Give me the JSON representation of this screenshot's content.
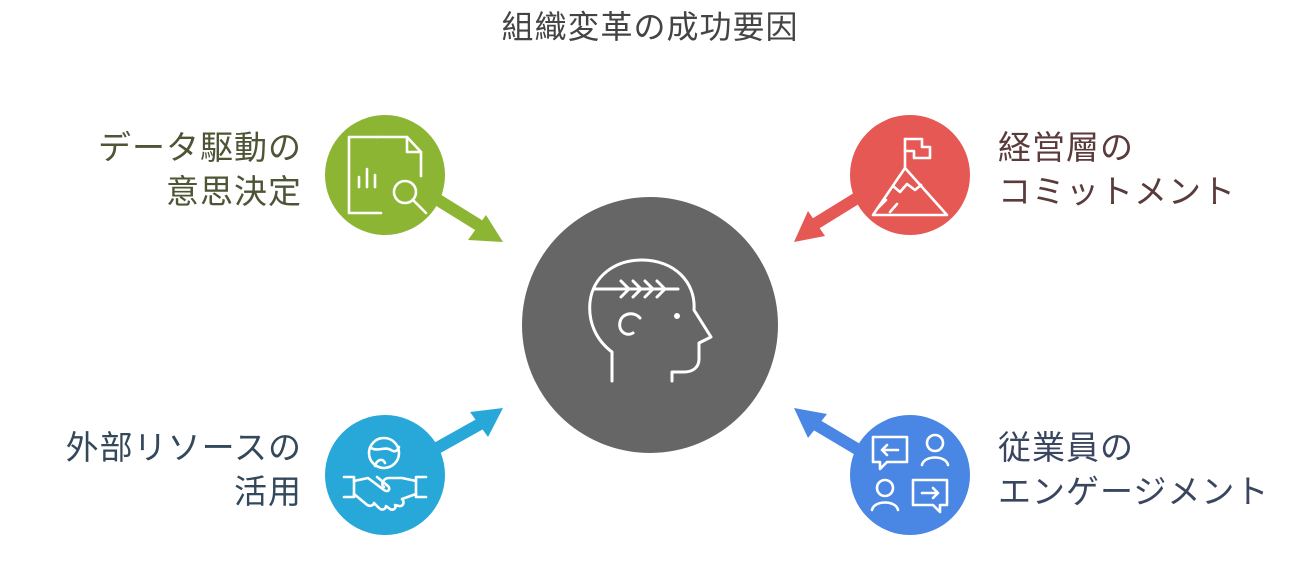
{
  "title": "組織変革の成功要因",
  "center": {
    "icon": "head-idea-icon",
    "color": "#666666"
  },
  "nodes": [
    {
      "id": "data-driven",
      "label_lines": [
        "データ駆動の",
        "意思決定"
      ],
      "icon": "document-chart-search-icon",
      "color": "#8db534"
    },
    {
      "id": "leadership",
      "label_lines": [
        "経営層の",
        "コミットメント"
      ],
      "icon": "mountain-flag-icon",
      "color": "#e55854"
    },
    {
      "id": "external-resources",
      "label_lines": [
        "外部リソースの",
        "活用"
      ],
      "icon": "handshake-globe-icon",
      "color": "#27a8d9"
    },
    {
      "id": "engagement",
      "label_lines": [
        "従業員の",
        "エンゲージメント"
      ],
      "icon": "people-chat-icon",
      "color": "#4a86e3"
    }
  ]
}
